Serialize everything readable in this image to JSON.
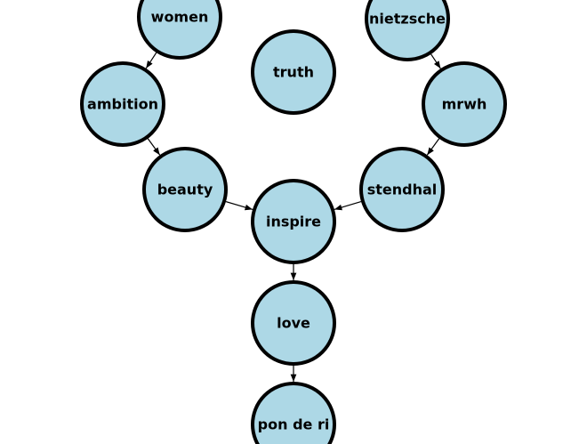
{
  "graph": {
    "nodes": [
      {
        "id": "women",
        "label": "women"
      },
      {
        "id": "nietzsche",
        "label": "nietzsche"
      },
      {
        "id": "truth",
        "label": "truth"
      },
      {
        "id": "ambition",
        "label": "ambition"
      },
      {
        "id": "mrwh",
        "label": "mrwh"
      },
      {
        "id": "beauty",
        "label": "beauty"
      },
      {
        "id": "stendhal",
        "label": "stendhal"
      },
      {
        "id": "inspire",
        "label": "inspire"
      },
      {
        "id": "love",
        "label": "love"
      },
      {
        "id": "pon-de-ri",
        "label": "pon de ri"
      }
    ],
    "edges": [
      {
        "from": "women",
        "to": "ambition"
      },
      {
        "from": "ambition",
        "to": "beauty"
      },
      {
        "from": "beauty",
        "to": "inspire"
      },
      {
        "from": "nietzsche",
        "to": "mrwh"
      },
      {
        "from": "mrwh",
        "to": "stendhal"
      },
      {
        "from": "stendhal",
        "to": "inspire"
      },
      {
        "from": "inspire",
        "to": "love"
      },
      {
        "from": "love",
        "to": "pon-de-ri"
      }
    ],
    "colors": {
      "node_fill": "#add8e6",
      "node_stroke": "#000000",
      "edge": "#000000"
    }
  }
}
